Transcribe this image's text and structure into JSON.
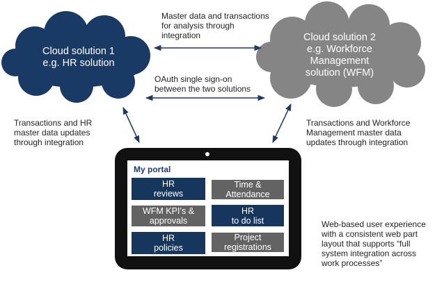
{
  "colors": {
    "cloud1": "#1a3a66",
    "cloud2": "#858585",
    "tile_blue": "#17365d",
    "tile_grey": "#636363",
    "arrow": "#1f3a66",
    "tablet": "#111111"
  },
  "cloud1": {
    "label": "Cloud solution 1\ne.g. HR solution"
  },
  "cloud2": {
    "label": "Cloud solution 2\ne.g. Workforce\nManagement\nsolution (WFM)"
  },
  "notes": {
    "master_data": "Master data and transactions\nfor analysis through\nintegration",
    "oauth": "OAuth single sign-on\nbetween the two solutions",
    "left": "Transactions and HR\nmaster data updates\nthrough integration",
    "right": "Transactions and Workforce\nManagement  master data\nupdates through integration",
    "web": "Web-based user experience\nwith a consistent web part\nlayout that supports “full\nsystem integration across\nwork processes”"
  },
  "portal": {
    "title": "My portal",
    "tiles": [
      {
        "label": "HR\nreviews"
      },
      {
        "label": "Time &\nAttendance"
      },
      {
        "label": "WFM KPI’s  &\napprovals"
      },
      {
        "label": "HR\nto do list"
      },
      {
        "label": "HR\npolicies"
      },
      {
        "label": "Project\nregistrations"
      }
    ]
  }
}
